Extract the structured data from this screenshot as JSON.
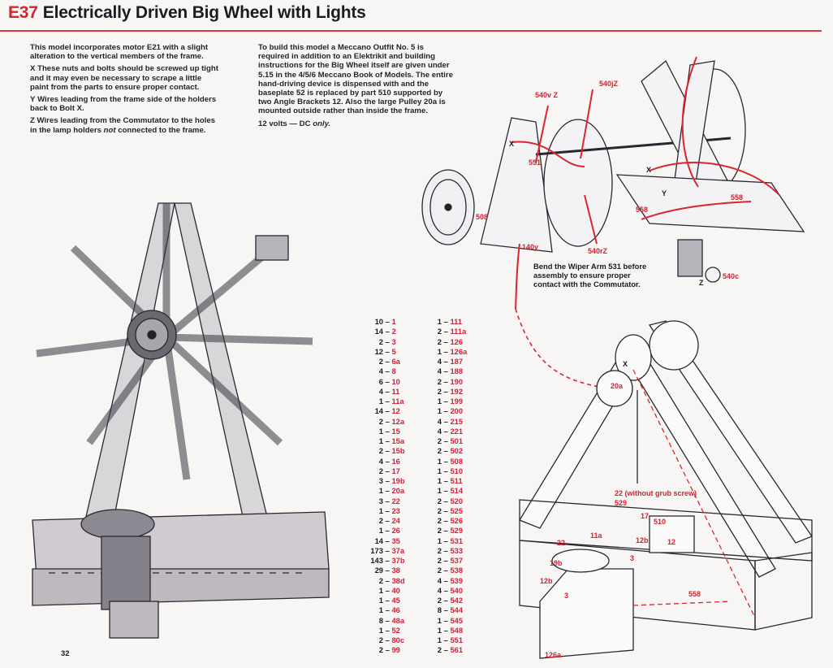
{
  "header": {
    "code": "E37",
    "title": "Electrically Driven Big Wheel with Lights"
  },
  "left_text": {
    "intro": "This model incorporates motor E21 with a slight alteration to the vertical members of the frame.",
    "x_key": "X",
    "x_text": "These nuts and bolts should be screwed up tight and it may even be necessary to scrape a little paint from the parts to ensure proper contact.",
    "y_key": "Y",
    "y_text": "Wires leading from the frame side of the holders back to Bolt X.",
    "z_key": "Z",
    "z_text_1": "Wires leading from the Commutator to the holes in the lamp holders",
    "z_text_em": "not",
    "z_text_2": "connected to the frame."
  },
  "mid_text": {
    "body": "To build this model a Meccano Outfit No. 5 is required in addition to an Elektrikit and building instructions for the Big Wheel itself are given under 5.15 in the 4/5/6 Meccano Book of Models. The entire hand-driving device is dispensed with and the baseplate 52 is replaced by part 510 supported by two Angle Brackets 12. Also the large Pulley 20a is mounted outside rather than inside the frame.",
    "voltage": "12 volts — DC",
    "voltage_em": "only."
  },
  "parts_col1": [
    {
      "q": "10",
      "p": "1"
    },
    {
      "q": "14",
      "p": "2"
    },
    {
      "q": "2",
      "p": "3"
    },
    {
      "q": "12",
      "p": "5"
    },
    {
      "q": "2",
      "p": "6a"
    },
    {
      "q": "4",
      "p": "8"
    },
    {
      "q": "6",
      "p": "10"
    },
    {
      "q": "4",
      "p": "11"
    },
    {
      "q": "1",
      "p": "11a"
    },
    {
      "q": "14",
      "p": "12"
    },
    {
      "q": "2",
      "p": "12a"
    },
    {
      "q": "1",
      "p": "15"
    },
    {
      "q": "1",
      "p": "15a"
    },
    {
      "q": "2",
      "p": "15b"
    },
    {
      "q": "4",
      "p": "16"
    },
    {
      "q": "2",
      "p": "17"
    },
    {
      "q": "3",
      "p": "19b"
    },
    {
      "q": "1",
      "p": "20a"
    },
    {
      "q": "3",
      "p": "22"
    },
    {
      "q": "1",
      "p": "23"
    },
    {
      "q": "2",
      "p": "24"
    },
    {
      "q": "1",
      "p": "26"
    },
    {
      "q": "14",
      "p": "35"
    },
    {
      "q": "173",
      "p": "37a"
    },
    {
      "q": "143",
      "p": "37b"
    },
    {
      "q": "29",
      "p": "38"
    },
    {
      "q": "2",
      "p": "38d"
    },
    {
      "q": "1",
      "p": "40"
    },
    {
      "q": "1",
      "p": "45"
    },
    {
      "q": "1",
      "p": "46"
    },
    {
      "q": "8",
      "p": "48a"
    },
    {
      "q": "1",
      "p": "52"
    },
    {
      "q": "2",
      "p": "80c"
    },
    {
      "q": "2",
      "p": "99"
    }
  ],
  "parts_col2": [
    {
      "q": "1",
      "p": "111"
    },
    {
      "q": "2",
      "p": "111a"
    },
    {
      "q": "2",
      "p": "126"
    },
    {
      "q": "1",
      "p": "126a"
    },
    {
      "q": "4",
      "p": "187"
    },
    {
      "q": "4",
      "p": "188"
    },
    {
      "q": "2",
      "p": "190"
    },
    {
      "q": "2",
      "p": "192"
    },
    {
      "q": "1",
      "p": "199"
    },
    {
      "q": "1",
      "p": "200"
    },
    {
      "q": "4",
      "p": "215"
    },
    {
      "q": "4",
      "p": "221"
    },
    {
      "q": "2",
      "p": "501"
    },
    {
      "q": "2",
      "p": "502"
    },
    {
      "q": "1",
      "p": "508"
    },
    {
      "q": "1",
      "p": "510"
    },
    {
      "q": "1",
      "p": "511"
    },
    {
      "q": "1",
      "p": "514"
    },
    {
      "q": "2",
      "p": "520"
    },
    {
      "q": "2",
      "p": "525"
    },
    {
      "q": "2",
      "p": "526"
    },
    {
      "q": "2",
      "p": "529"
    },
    {
      "q": "1",
      "p": "531"
    },
    {
      "q": "2",
      "p": "533"
    },
    {
      "q": "2",
      "p": "537"
    },
    {
      "q": "2",
      "p": "538"
    },
    {
      "q": "4",
      "p": "539"
    },
    {
      "q": "4",
      "p": "540"
    },
    {
      "q": "2",
      "p": "542"
    },
    {
      "q": "8",
      "p": "544"
    },
    {
      "q": "1",
      "p": "545"
    },
    {
      "q": "1",
      "p": "548"
    },
    {
      "q": "1",
      "p": "551"
    },
    {
      "q": "2",
      "p": "561"
    }
  ],
  "parts_dash": "–",
  "top_diagram": {
    "labels": {
      "l540v": "540v",
      "l540j": "540j",
      "l540r": "540r",
      "l540c": "540c",
      "z": "Z",
      "x": "X",
      "y": "Y",
      "l551": "551",
      "l508": "508",
      "l140y": "140y",
      "l558": "558"
    },
    "caption": "Bend the Wiper Arm 531 before assembly to ensure proper contact with the Commutator."
  },
  "bottom_diagram": {
    "labels": {
      "x": "X",
      "l20a": "20a",
      "l22": "22",
      "grub": "(without grub screw)",
      "l529": "529",
      "l17": "17",
      "l510": "510",
      "l11a": "11a",
      "l12b": "12b",
      "l12": "12",
      "l19b": "19b",
      "l3": "3",
      "l558": "558",
      "l126a": "126a"
    }
  },
  "page_number": "32",
  "colors": {
    "accent_red": "#d4242c",
    "text": "#1d1b22",
    "paper": "#f7f6f4"
  }
}
